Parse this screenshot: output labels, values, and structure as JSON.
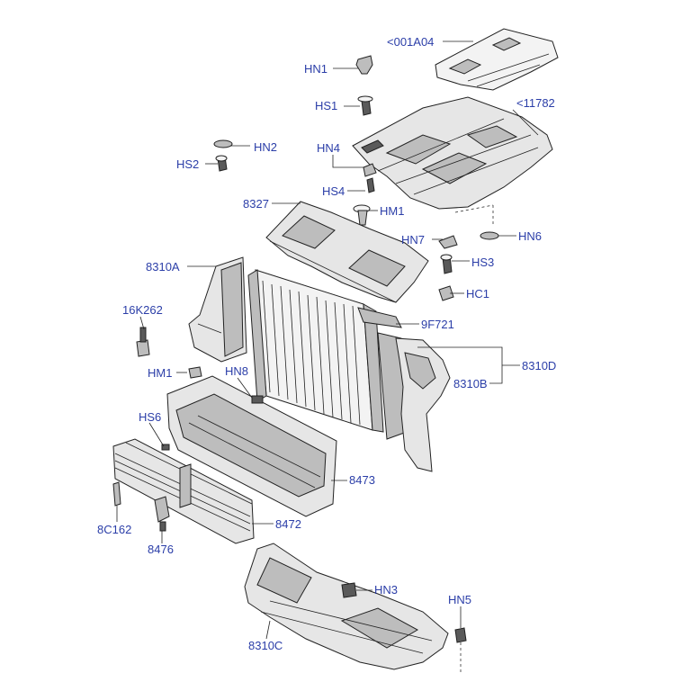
{
  "labels": {
    "p001a04": "<001A04",
    "p11782": "<11782",
    "hn1": "HN1",
    "hs1": "HS1",
    "hn2": "HN2",
    "hs2": "HS2",
    "hn4": "HN4",
    "hs4": "HS4",
    "p8327": "8327",
    "hm1_top": "HM1",
    "hn7": "HN7",
    "hn6": "HN6",
    "hs3": "HS3",
    "hc1": "HC1",
    "p8310a": "8310A",
    "p9f721": "9F721",
    "p16k262": "16K262",
    "p8310d": "8310D",
    "p8310b": "8310B",
    "hm1_left": "HM1",
    "hn8": "HN8",
    "hs6": "HS6",
    "p8473": "8473",
    "p8c162": "8C162",
    "p8472": "8472",
    "p8476": "8476",
    "hn3": "HN3",
    "hn5": "HN5",
    "p8310c": "8310C"
  }
}
